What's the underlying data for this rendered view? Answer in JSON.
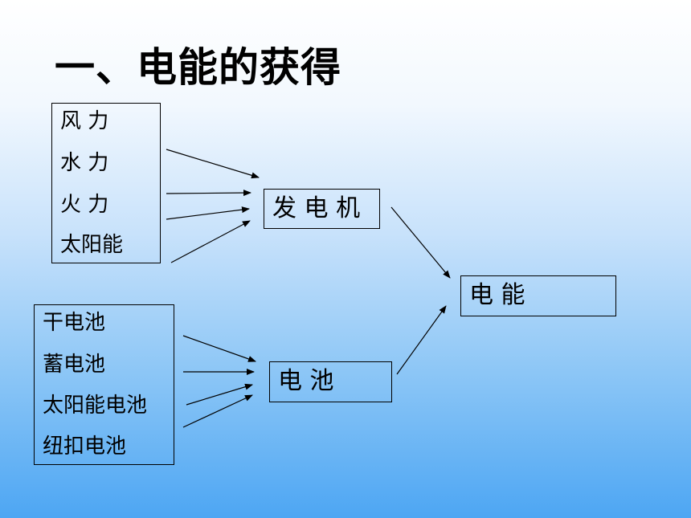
{
  "title": "一、电能的获得",
  "generator_sources": [
    "风    力",
    "水    力",
    "火    力",
    "太阳能"
  ],
  "battery_types": [
    "干电池",
    "蓄电池",
    "太阳能电池",
    "纽扣电池"
  ],
  "nodes": {
    "generator": "发 电 机",
    "battery": "电    池",
    "electricity": "电    能"
  }
}
